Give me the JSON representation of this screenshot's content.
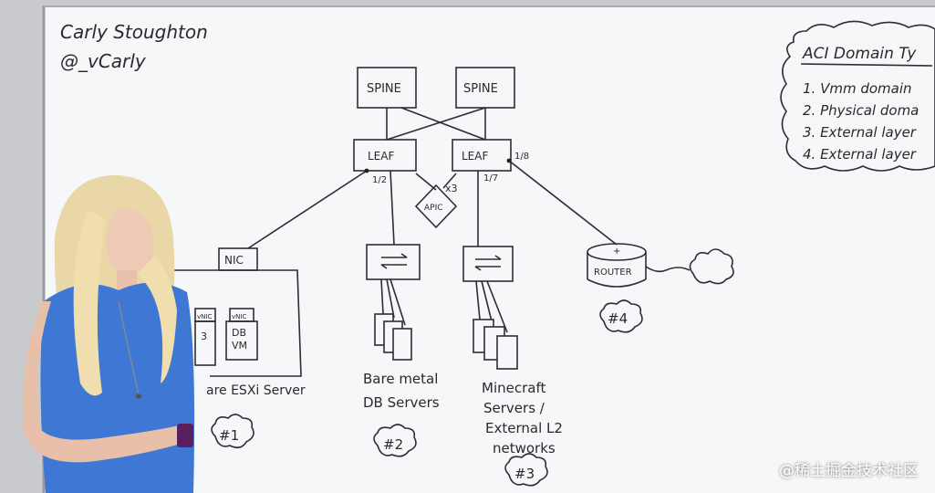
{
  "header": {
    "author": "Carly Stoughton",
    "handle": "@_vCarly"
  },
  "diagram": {
    "spine_left": "SPINE",
    "spine_right": "SPINE",
    "leaf_left": "LEAF",
    "leaf_right": "LEAF",
    "port_leaf_left": "1/2",
    "port_leaf_right_a": "1/7",
    "port_leaf_right_b": "1/8",
    "apic": "APIC",
    "apic_count": "x3",
    "nic": "NIC",
    "vm_left_tag": "vNIC",
    "vm_right_tag": "vNIC",
    "vm_right_line1": "DB",
    "vm_right_line2": "VM",
    "vm_left_char": "3",
    "server_label": "are ESXi Server",
    "num1": "#1",
    "bare_line1": "Bare metal",
    "bare_line2": "DB Servers",
    "num2": "#2",
    "mine_line1": "Minecraft",
    "mine_line2": "Servers /",
    "mine_line3": "External L2",
    "mine_line4": "networks",
    "num3": "#3",
    "router": "ROUTER",
    "router_plus": "+",
    "num4": "#4"
  },
  "cloud_box": {
    "title": "ACI Domain Ty",
    "item1": "1. Vmm domain",
    "item2": "2. Physical doma",
    "item3": "3. External layer",
    "item4": "4. External layer"
  },
  "watermark": "@稀土掘金技术社区"
}
